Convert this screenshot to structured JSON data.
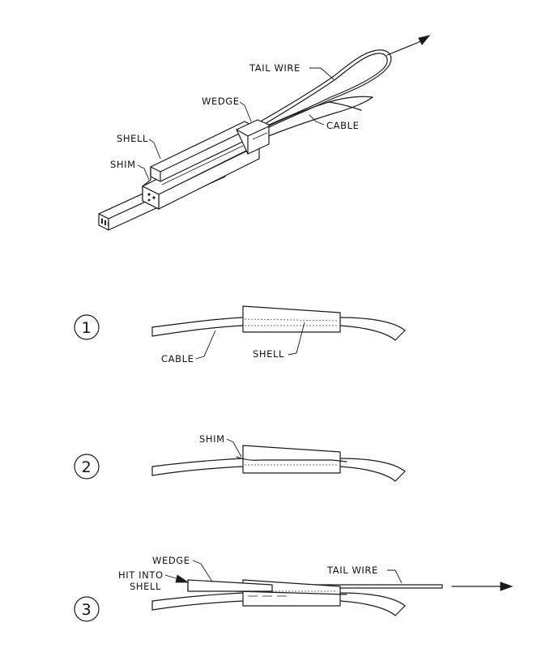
{
  "iso_view": {
    "labels": {
      "tail_wire": "TAIL WIRE",
      "wedge": "WEDGE",
      "cable": "CABLE",
      "shell": "SHELL",
      "shim": "SHIM"
    }
  },
  "steps": [
    {
      "number": "1",
      "labels": {
        "cable": "CABLE",
        "shell": "SHELL"
      }
    },
    {
      "number": "2",
      "labels": {
        "shim": "SHIM"
      }
    },
    {
      "number": "3",
      "labels": {
        "wedge": "WEDGE",
        "hit_line1": "HIT INTO",
        "hit_line2": "SHELL",
        "tail_wire": "TAIL WIRE"
      }
    }
  ]
}
